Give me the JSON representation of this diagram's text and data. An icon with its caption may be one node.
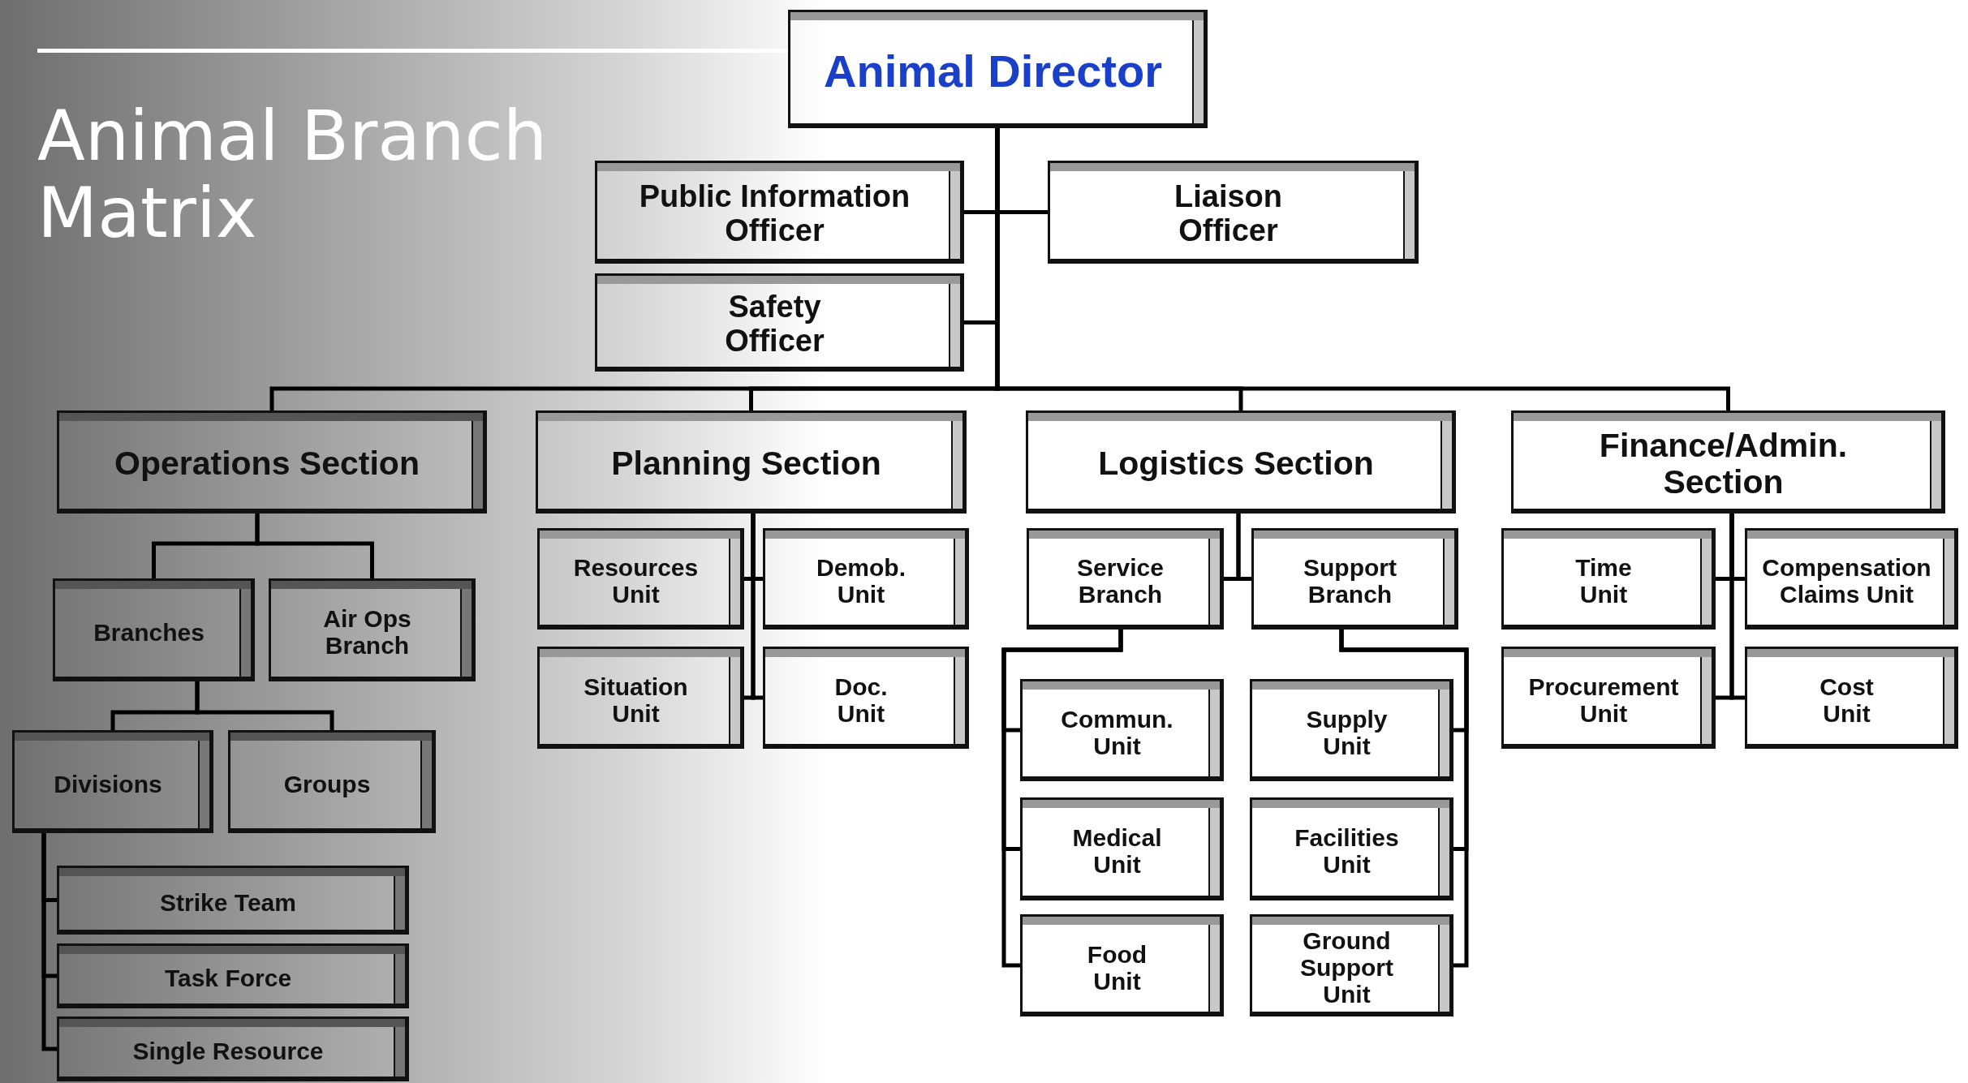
{
  "diagram": {
    "title": "Animal Branch Matrix",
    "nodes": [
      {
        "text": [
          "Animal Director"
        ]
      },
      {
        "text": [
          "Public Information Officer"
        ]
      },
      {
        "text": [
          "Liaison Officer"
        ]
      },
      {
        "text": [
          "Safety Officer"
        ]
      },
      {
        "text": [
          "Operations Section"
        ]
      },
      {
        "text": [
          "Planning Section"
        ]
      },
      {
        "text": [
          "Logistics Section"
        ]
      },
      {
        "text": [
          "Finance/Admin. Section"
        ]
      },
      {
        "text": [
          "Branches"
        ]
      },
      {
        "text": [
          "Air Ops Branch"
        ]
      },
      {
        "text": [
          "Divisions"
        ]
      },
      {
        "text": [
          "Groups"
        ]
      },
      {
        "text": [
          "Strike Team"
        ]
      },
      {
        "text": [
          "Task Force"
        ]
      },
      {
        "text": [
          "Single Resource"
        ]
      },
      {
        "text": [
          "Resources Unit"
        ]
      },
      {
        "text": [
          "Demob. Unit"
        ]
      },
      {
        "text": [
          "Situation Unit"
        ]
      },
      {
        "text": [
          "Doc. Unit"
        ]
      },
      {
        "text": [
          "Service Branch"
        ]
      },
      {
        "text": [
          "Support Branch"
        ]
      },
      {
        "text": [
          "Commun. Unit"
        ]
      },
      {
        "text": [
          "Medical Unit"
        ]
      },
      {
        "text": [
          "Food Unit"
        ]
      },
      {
        "text": [
          "Supply Unit"
        ]
      },
      {
        "text": [
          "Facilities Unit"
        ]
      },
      {
        "text": [
          "Ground Support Unit"
        ]
      },
      {
        "text": [
          "Time Unit"
        ]
      },
      {
        "text": [
          "Compensation Claims Unit"
        ]
      },
      {
        "text": [
          "Procurement Unit"
        ]
      },
      {
        "text": [
          "Cost Unit"
        ]
      }
    ],
    "edges": [
      {
        "from": 0,
        "to": 1,
        "arrow": "none"
      },
      {
        "from": 0,
        "to": 2,
        "arrow": "none"
      },
      {
        "from": 0,
        "to": 3,
        "arrow": "none"
      },
      {
        "from": 0,
        "to": 4,
        "arrow": "none"
      },
      {
        "from": 0,
        "to": 5,
        "arrow": "none"
      },
      {
        "from": 0,
        "to": 6,
        "arrow": "none"
      },
      {
        "from": 0,
        "to": 7,
        "arrow": "none"
      },
      {
        "from": 4,
        "to": 8,
        "arrow": "none"
      },
      {
        "from": 4,
        "to": 9,
        "arrow": "none"
      },
      {
        "from": 8,
        "to": 10,
        "arrow": "none"
      },
      {
        "from": 8,
        "to": 11,
        "arrow": "none"
      },
      {
        "from": 10,
        "to": 12,
        "arrow": "none"
      },
      {
        "from": 10,
        "to": 13,
        "arrow": "none"
      },
      {
        "from": 10,
        "to": 14,
        "arrow": "none"
      },
      {
        "from": 5,
        "to": 15,
        "arrow": "none"
      },
      {
        "from": 5,
        "to": 16,
        "arrow": "none"
      },
      {
        "from": 5,
        "to": 17,
        "arrow": "none"
      },
      {
        "from": 5,
        "to": 18,
        "arrow": "none"
      },
      {
        "from": 6,
        "to": 19,
        "arrow": "none"
      },
      {
        "from": 6,
        "to": 20,
        "arrow": "none"
      },
      {
        "from": 19,
        "to": 21,
        "arrow": "none"
      },
      {
        "from": 19,
        "to": 22,
        "arrow": "none"
      },
      {
        "from": 19,
        "to": 23,
        "arrow": "none"
      },
      {
        "from": 20,
        "to": 24,
        "arrow": "none"
      },
      {
        "from": 20,
        "to": 25,
        "arrow": "none"
      },
      {
        "from": 20,
        "to": 26,
        "arrow": "none"
      },
      {
        "from": 7,
        "to": 27,
        "arrow": "none"
      },
      {
        "from": 7,
        "to": 28,
        "arrow": "none"
      },
      {
        "from": 7,
        "to": 29,
        "arrow": "none"
      },
      {
        "from": 7,
        "to": 30,
        "arrow": "none"
      }
    ]
  }
}
